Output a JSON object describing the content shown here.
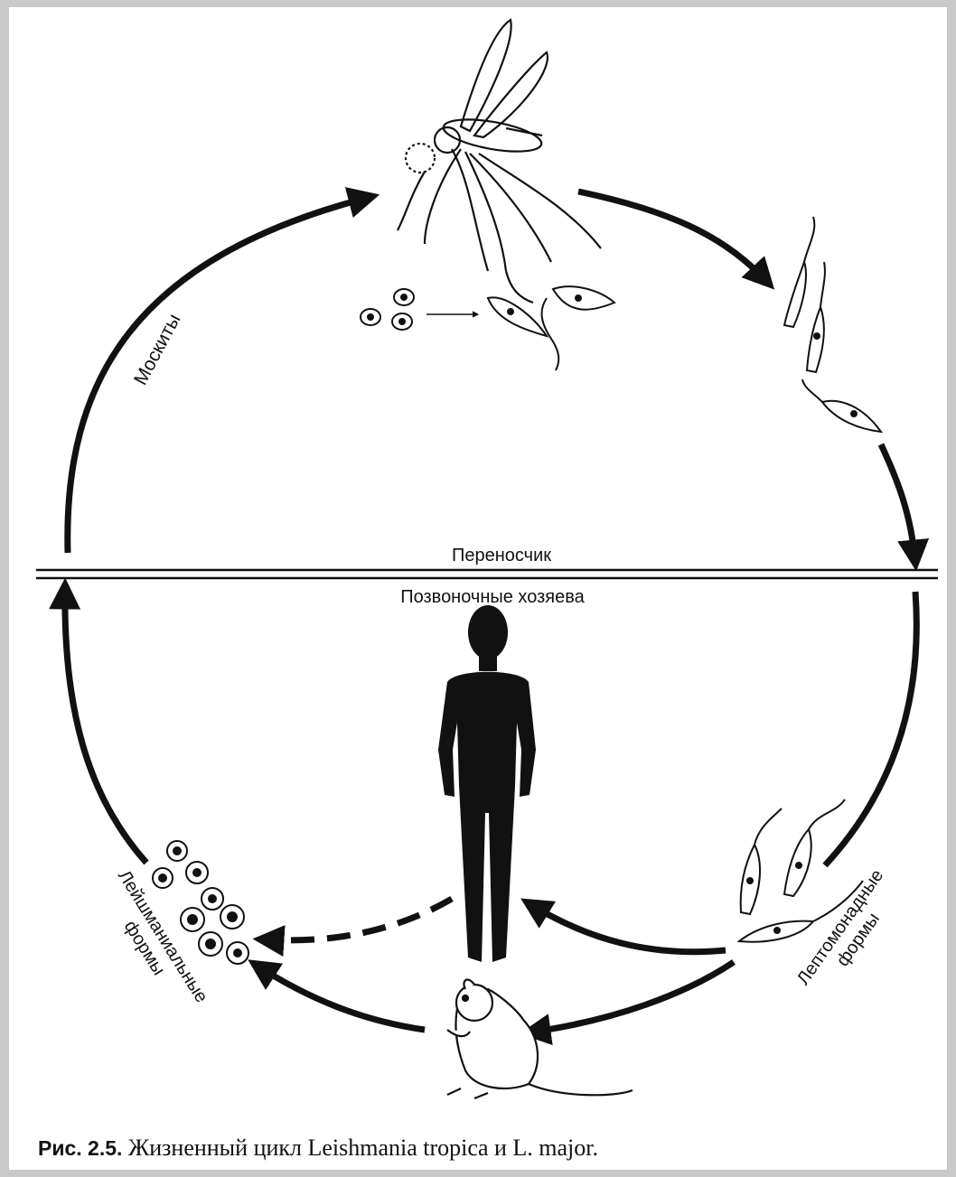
{
  "labels": {
    "carrier": "Переносчик",
    "vertebrate_hosts": "Позвоночные хозяева",
    "mosquitoes": "Москиты",
    "leptomonad_line1": "Лептомонадные",
    "leptomonad_line2": "формы",
    "leishmanial_line1": "Лейшманиальные",
    "leishmanial_line2": "формы"
  },
  "caption": {
    "figure_ref": "Рис. 2.5.",
    "text": "Жизненный цикл Leishmania tropica и L. major."
  },
  "colors": {
    "ink": "#111111",
    "paper": "#ffffff",
    "frame": "#c9c9c9"
  }
}
